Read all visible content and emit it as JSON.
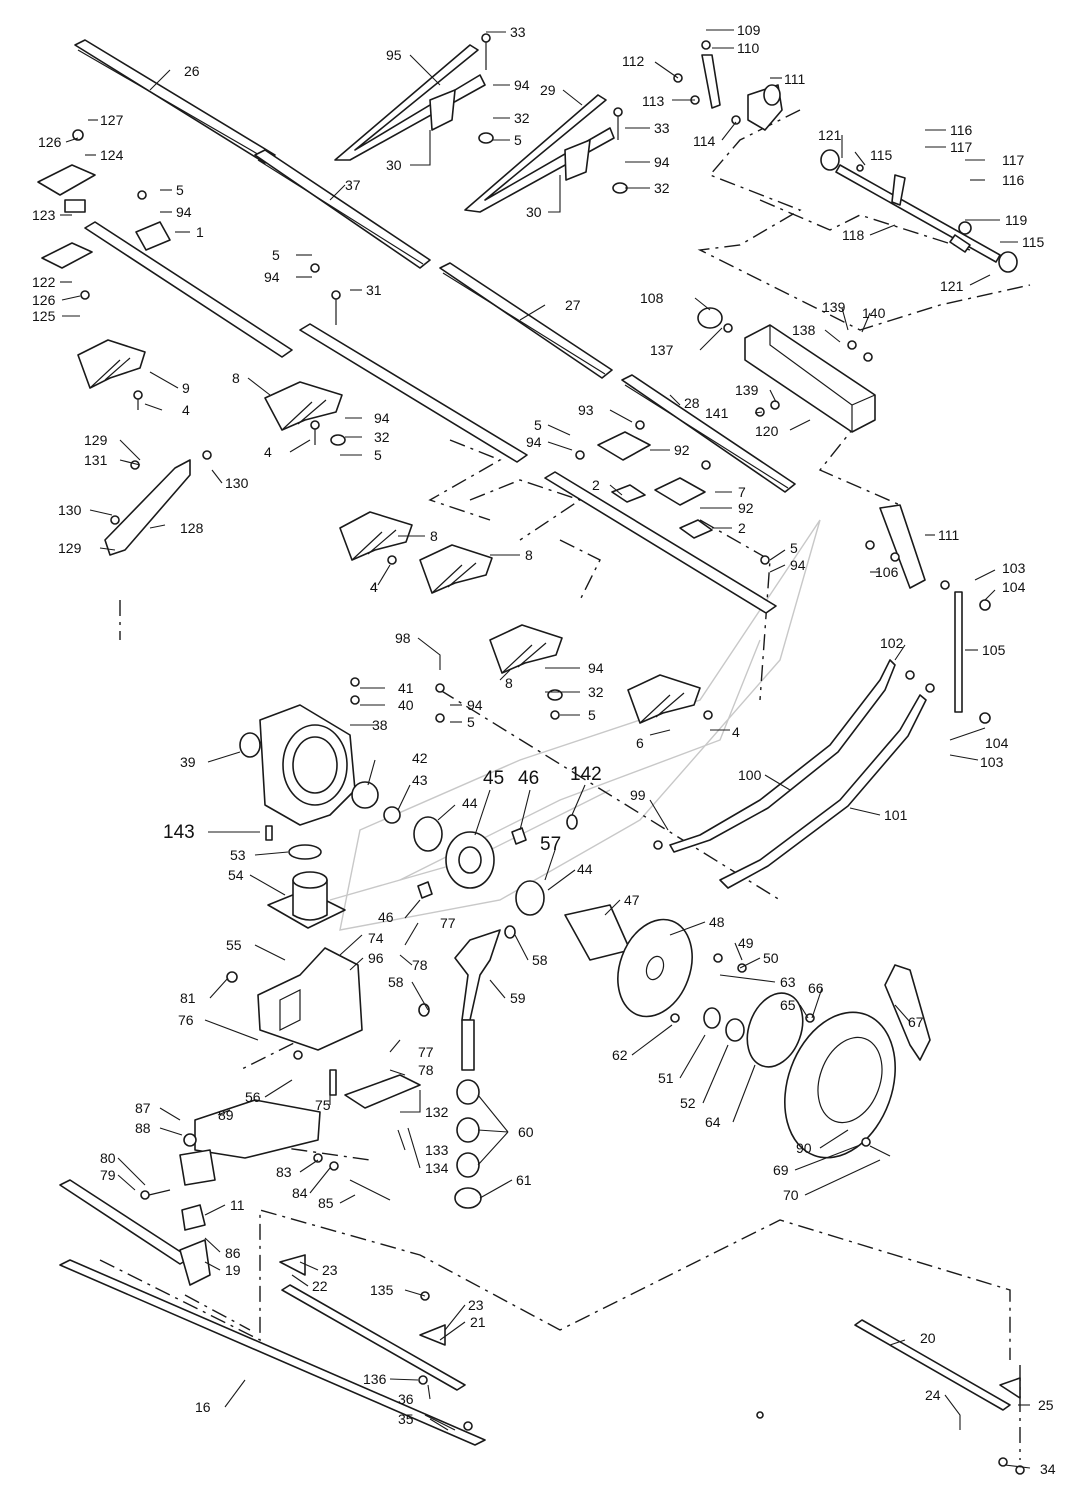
{
  "diagram": {
    "labels": [
      "33",
      "95",
      "109",
      "110",
      "112",
      "113",
      "111",
      "114",
      "26",
      "94",
      "32",
      "5",
      "29",
      "33",
      "94",
      "32",
      "30",
      "30",
      "127",
      "126",
      "124",
      "121",
      "115",
      "116",
      "117",
      "117",
      "116",
      "118",
      "119",
      "115",
      "121",
      "5",
      "94",
      "1",
      "123",
      "122",
      "126",
      "125",
      "37",
      "5",
      "94",
      "31",
      "27",
      "108",
      "139",
      "140",
      "138",
      "137",
      "139",
      "141",
      "120",
      "9",
      "4",
      "8",
      "94",
      "32",
      "4",
      "5",
      "4",
      "28",
      "93",
      "5",
      "94",
      "92",
      "2",
      "7",
      "92",
      "2",
      "129",
      "131",
      "130",
      "130",
      "128",
      "129",
      "8",
      "8",
      "4",
      "111",
      "106",
      "103",
      "104",
      "105",
      "5",
      "94",
      "98",
      "41",
      "40",
      "94",
      "5",
      "94",
      "32",
      "5",
      "6",
      "4",
      "8",
      "102",
      "104",
      "103",
      "39",
      "38",
      "42",
      "43",
      "45",
      "46",
      "142",
      "100",
      "101",
      "99",
      "143",
      "44",
      "53",
      "57",
      "44",
      "54",
      "46",
      "47",
      "48",
      "77",
      "74",
      "49",
      "50",
      "55",
      "96",
      "78",
      "58",
      "63",
      "81",
      "76",
      "58",
      "59",
      "66",
      "65",
      "67",
      "77",
      "78",
      "62",
      "51",
      "52",
      "64",
      "56",
      "75",
      "132",
      "133",
      "134",
      "60",
      "87",
      "89",
      "88",
      "80",
      "79",
      "83",
      "84",
      "85",
      "90",
      "69",
      "70",
      "61",
      "11",
      "86",
      "19",
      "23",
      "22",
      "135",
      "23",
      "21",
      "20",
      "136",
      "36",
      "16",
      "35",
      "24",
      "25",
      "34"
    ]
  }
}
